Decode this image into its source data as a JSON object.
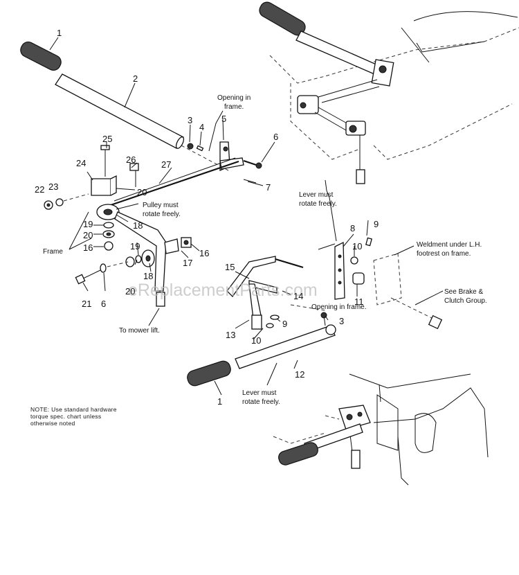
{
  "watermark": "eReplacementParts.com",
  "note": [
    "NOTE: Use standard hardware",
    "torque spec. chart unless",
    "otherwise noted"
  ],
  "part_labels": {
    "p1_top": "1",
    "p2": "2",
    "p3_top": "3",
    "p4": "4",
    "p5": "5",
    "p6_top": "6",
    "p7": "7",
    "p24": "24",
    "p25": "25",
    "p26": "26",
    "p27": "27",
    "p22": "22",
    "p23": "23",
    "p20_a": "20",
    "p20_b": "20",
    "p20_c": "20",
    "p18_a": "18",
    "p18_b": "18",
    "p19_a": "19",
    "p19_b": "19",
    "p16_a": "16",
    "p16_b": "16",
    "p17": "17",
    "p21": "21",
    "p6_bottom": "6",
    "p8": "8",
    "p9_top": "9",
    "p10_top": "10",
    "p15": "15",
    "p14": "14",
    "p11": "11",
    "p9_bottom": "9",
    "p3_bottom": "3",
    "p13": "13",
    "p10_bottom": "10",
    "p12": "12",
    "p1_bottom": "1"
  },
  "callouts": {
    "opening_frame_top": [
      "Opening in",
      "frame."
    ],
    "pulley": [
      "Pulley must",
      "rotate freely."
    ],
    "frame": "Frame",
    "mower_lift": "To mower lift.",
    "lever_top": [
      "Lever must",
      "rotate freely."
    ],
    "weldment": [
      "Weldment under L.H.",
      "footrest on frame."
    ],
    "brake": [
      "See Brake &",
      "Clutch Group."
    ],
    "opening_frame_bottom": "Opening in frame.",
    "lever_bottom": [
      "Lever must",
      "rotate freely."
    ]
  }
}
